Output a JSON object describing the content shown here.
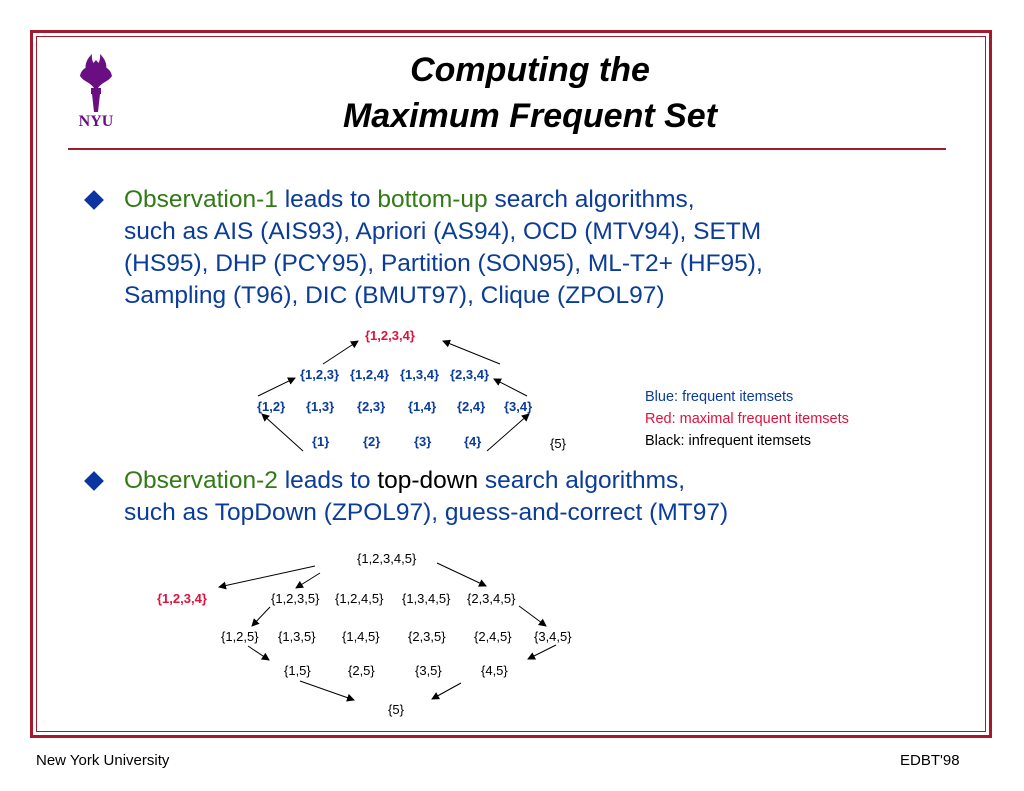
{
  "header": {
    "title_line1": "Computing the",
    "title_line2": "Maximum Frequent Set",
    "logo_text": "NYU"
  },
  "obs1": {
    "lines": [
      [
        "Observation-1",
        " leads to ",
        "bottom-up",
        " search algorithms,"
      ],
      "such as AIS (AIS93), Apriori (AS94), OCD (MTV94), SETM",
      "(HS95), DHP (PCY95), Partition (SON95), ML-T2+ (HF95),",
      "Sampling (T96), DIC (BMUT97), Clique (ZPOL97)"
    ]
  },
  "lattice1": {
    "top": "{1,2,3,4}",
    "level3": [
      "{1,2,3}",
      "{1,2,4}",
      "{1,3,4}",
      "{2,3,4}"
    ],
    "level2": [
      "{1,2}",
      "{1,3}",
      "{2,3}",
      "{1,4}",
      "{2,4}",
      "{3,4}"
    ],
    "level1": [
      "{1}",
      "{2}",
      "{3}",
      "{4}"
    ],
    "infrequent": "{5}"
  },
  "legend": {
    "blue": "Blue: frequent itemsets",
    "red": "Red: maximal frequent itemsets",
    "black": "Black: infrequent itemsets",
    "colors": {
      "blue": "#0b3c9a",
      "red": "#e0123b",
      "black": "#000000"
    }
  },
  "obs2": {
    "lines": [
      [
        "Observation-2",
        " leads to ",
        "top-down",
        " search algorithms,"
      ],
      "such as TopDown (ZPOL97), guess-and-correct (MT97)"
    ]
  },
  "lattice2": {
    "top": "{1,2,3,4,5}",
    "maximal": "{1,2,3,4}",
    "level4": [
      "{1,2,3,5}",
      "{1,2,4,5}",
      "{1,3,4,5}",
      "{2,3,4,5}"
    ],
    "level3": [
      "{1,2,5}",
      "{1,3,5}",
      "{1,4,5}",
      "{2,3,5}",
      "{2,4,5}",
      "{3,4,5}"
    ],
    "level2": [
      "{1,5}",
      "{2,5}",
      "{3,5}",
      "{4,5}"
    ],
    "bottom": "{5}"
  },
  "footer": {
    "left": "New York University",
    "right": "EDBT'98"
  },
  "colors": {
    "frame": "#a31b2a",
    "text_blue": "#0b3c9a",
    "text_green": "#317a15",
    "logo": "#6a0f82"
  }
}
